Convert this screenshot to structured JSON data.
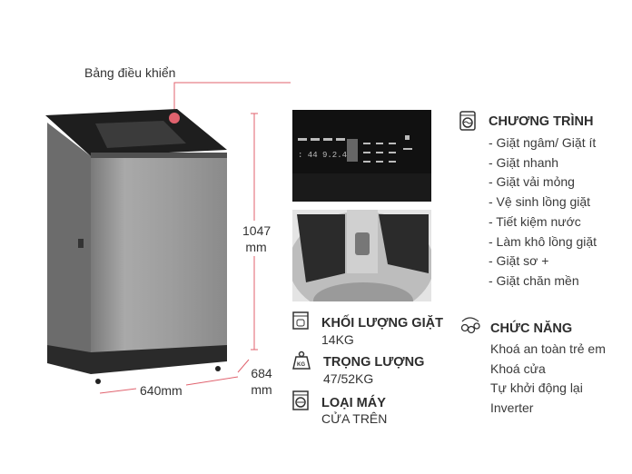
{
  "callout": {
    "label": "Bảng điều khiển",
    "accent_color": "#e0626e"
  },
  "dimensions": {
    "height_value": "1047",
    "height_unit": "mm",
    "width": "640mm",
    "depth_value": "684",
    "depth_unit": "mm"
  },
  "specs": [
    {
      "title": "KHỐI LƯỢNG GIẶT",
      "value": "14KG",
      "icon": "washer-weight-icon"
    },
    {
      "title": "TRỌNG LƯỢNG",
      "value": "47/52KG",
      "icon": "kg-weight-icon"
    },
    {
      "title": "LOẠI MÁY",
      "value": "CỬA TRÊN",
      "icon": "washing-machine-icon"
    }
  ],
  "programs": {
    "title": "CHƯƠNG TRÌNH",
    "icon": "washing-machine-icon",
    "items": [
      "- Giặt ngâm/ Giặt ít",
      "- Giặt nhanh",
      "- Giặt vải mỏng",
      "- Vệ sinh lồng giặt",
      "- Tiết kiệm nước",
      "- Làm khô lồng giặt",
      "- Giặt sơ +",
      "- Giặt chăn mền"
    ]
  },
  "features": {
    "title": "CHỨC NĂNG",
    "icon": "gears-icon",
    "items": [
      "Khoá an toàn trẻ em",
      "Khoá cửa",
      "Tự khởi động lại",
      "Inverter"
    ]
  }
}
